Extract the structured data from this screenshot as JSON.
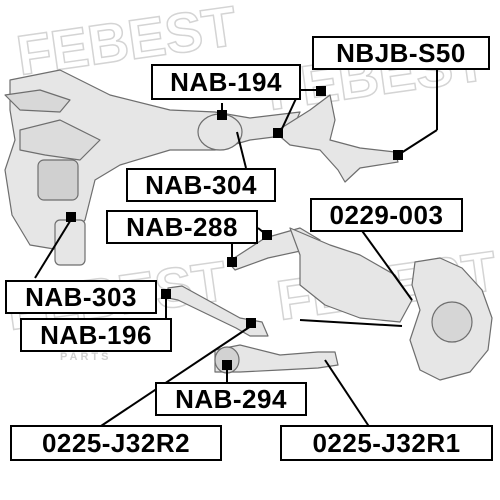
{
  "watermark": {
    "text": "FEBEST",
    "subtext": "PARTS",
    "color": "#d0d0d0"
  },
  "colors": {
    "line": "#000000",
    "part": "#707070",
    "part_fill": "#e4e4e4",
    "marker": "#000000"
  },
  "parts": {
    "nbjb_s50": "NBJB-S50",
    "nab_194": "NAB-194",
    "nab_304": "NAB-304",
    "nab_288": "NAB-288",
    "p0229_003": "0229-003",
    "nab_303": "NAB-303",
    "nab_196": "NAB-196",
    "nab_294": "NAB-294",
    "p0225_j32r2": "0225-J32R2",
    "p0225_j32r1": "0225-J32R1"
  }
}
